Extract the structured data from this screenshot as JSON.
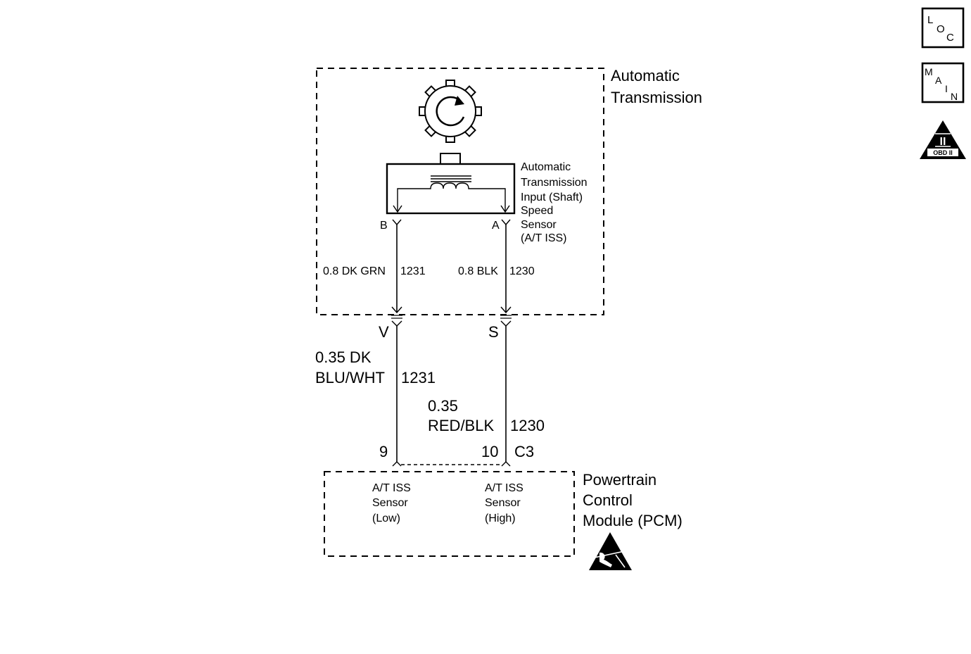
{
  "transmission": {
    "title_line1": "Automatic",
    "title_line2": "Transmission"
  },
  "sensor": {
    "label_lines": [
      "Automatic",
      "Transmission",
      "Input (Shaft)",
      "Speed",
      "Sensor",
      "(A/T ISS)"
    ],
    "pin_b": "B",
    "pin_a": "A"
  },
  "wires_internal": {
    "left": {
      "gauge_color": "0.8 DK GRN",
      "circuit": "1231"
    },
    "right": {
      "gauge_color": "0.8 BLK",
      "circuit": "1230"
    }
  },
  "connector_upper": {
    "pin_left": "V",
    "pin_right": "S"
  },
  "wires_external": {
    "left": {
      "line1": "0.35 DK",
      "line2": "BLU/WHT",
      "circuit": "1231"
    },
    "right": {
      "line1": "0.35",
      "line2": "RED/BLK",
      "circuit": "1230"
    }
  },
  "connector_lower": {
    "pin_left": "9",
    "pin_right": "10",
    "name": "C3"
  },
  "pcm": {
    "title_lines": [
      "Powertrain",
      "Control",
      "Module (PCM)"
    ],
    "low_label": [
      "A/T ISS",
      "Sensor",
      "(Low)"
    ],
    "high_label": [
      "A/T ISS",
      "Sensor",
      "(High)"
    ]
  },
  "side_icons": {
    "loc": [
      "L",
      "O",
      "C"
    ],
    "main": [
      "M",
      "A",
      "I",
      "N"
    ],
    "obd": {
      "numeral": "II",
      "label": "OBD II"
    }
  },
  "icons": [
    "rotating-gear-icon",
    "coil-icon",
    "esd-warning-icon",
    "loc-icon",
    "main-icon",
    "obd-ii-icon"
  ]
}
